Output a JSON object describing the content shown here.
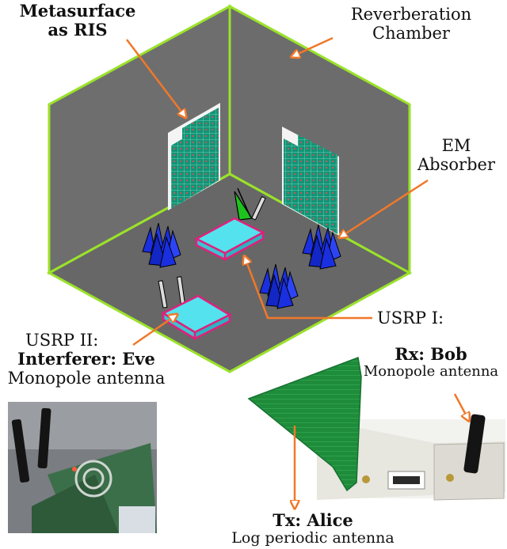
{
  "labels": {
    "ris_line1": "Metasurface",
    "ris_line2": "as RIS",
    "chamber_line1": "Reverberation",
    "chamber_line2": "Chamber",
    "absorber_line1": "EM",
    "absorber_line2": "Absorber",
    "usrp1": "USRP I:",
    "usrp2": "USRP II:",
    "eve": "Interferer: Eve",
    "eve_antenna": "Monopole antenna",
    "bob": "Rx: Bob",
    "bob_antenna": "Monopole antenna",
    "alice": "Tx: Alice",
    "alice_antenna": "Log periodic antenna"
  },
  "colors": {
    "chamber_wall": "#6e6e6e",
    "chamber_floor": "#676767",
    "chamber_edge": "#9be22a",
    "arrow": "#f0782a",
    "metasurface": "#0f8f72",
    "absorber": "#1a2fe0",
    "usrp_device": "#54e2ee",
    "usrp_outline": "#e0207a",
    "antenna_green": "#1ec21e",
    "log_periodic": "#1e8c3a"
  }
}
